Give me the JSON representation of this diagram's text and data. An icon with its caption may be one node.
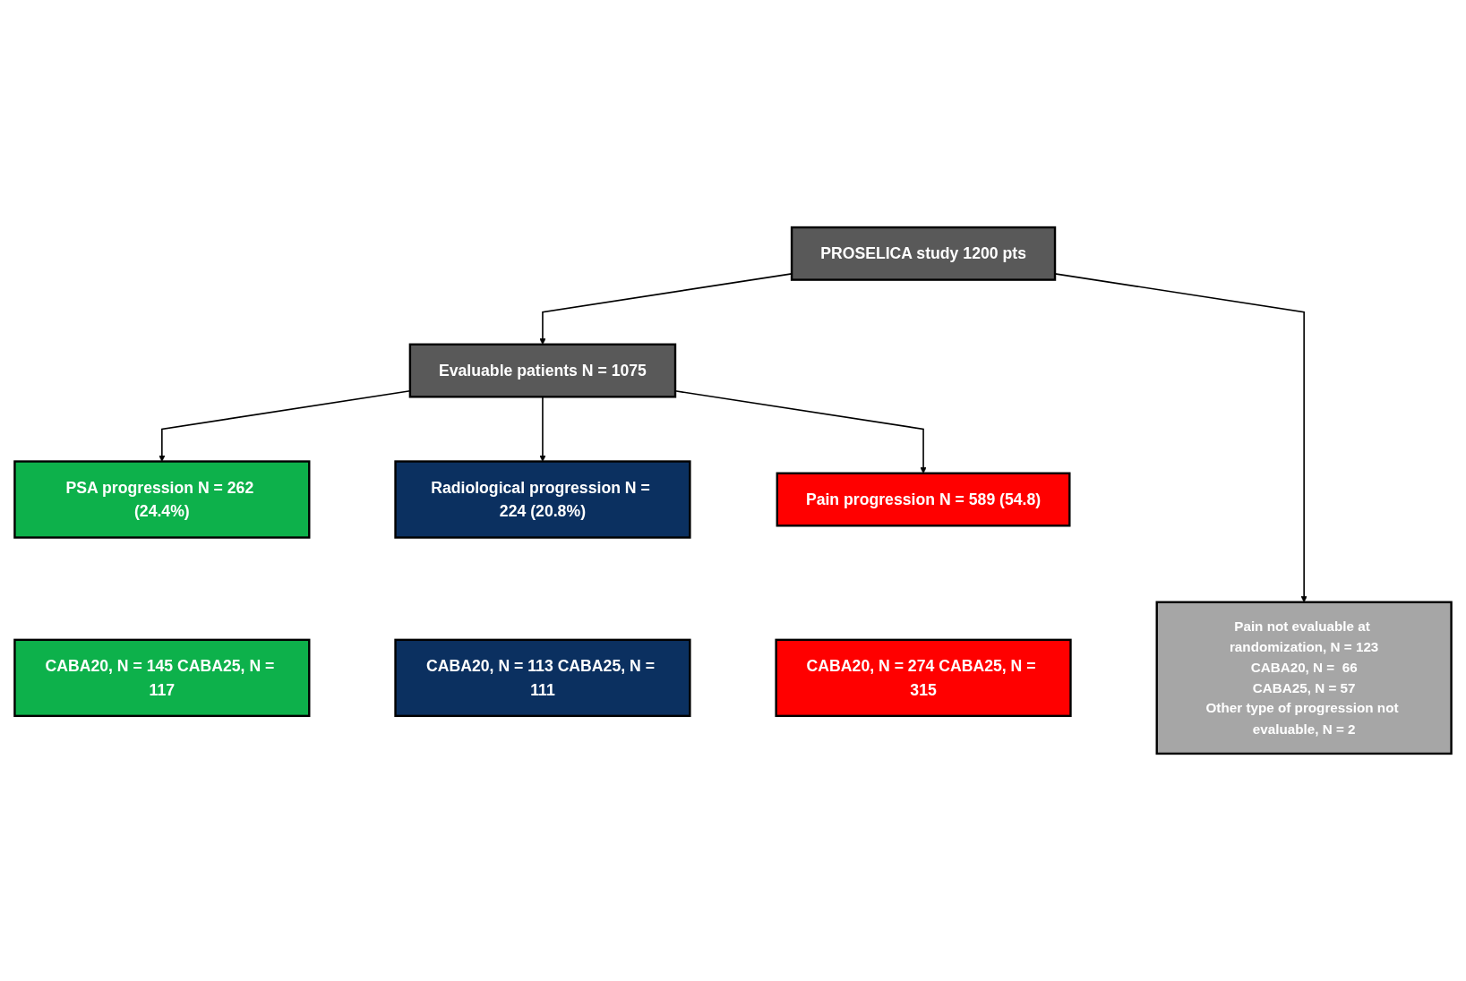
{
  "diagram": {
    "nodes": [
      {
        "text": [
          "PROSELICA study 1200 pts"
        ]
      },
      {
        "text": [
          "Pain not evaluable at randomization, N = 123",
          "CABA20, N =  66",
          "CABA25, N = 57",
          "Other type of progression not evaluable, N = 2"
        ]
      },
      {
        "text": [
          "Evaluable patients N =  1075"
        ]
      },
      {
        "text": [
          "PSA progression N = 262 (24.4%)"
        ]
      },
      {
        "text": [
          "Radiological progression N = 224 (20.8%)"
        ]
      },
      {
        "text": [
          "Pain progression N = 589 (54.8)"
        ]
      },
      {
        "text": [
          "CABA20, N = 145 CABA25, N = 117"
        ]
      },
      {
        "text": [
          "CABA20, N = 113 CABA25, N = 111"
        ]
      },
      {
        "text": [
          "CABA20, N = 274 CABA25, N = 315"
        ]
      }
    ],
    "edges": [
      {
        "from": 0,
        "to": 2,
        "arrow": "to"
      },
      {
        "from": 0,
        "to": 1,
        "arrow": "to"
      },
      {
        "from": 2,
        "to": 3,
        "arrow": "to"
      },
      {
        "from": 2,
        "to": 4,
        "arrow": "to"
      },
      {
        "from": 2,
        "to": 5,
        "arrow": "to"
      }
    ]
  }
}
